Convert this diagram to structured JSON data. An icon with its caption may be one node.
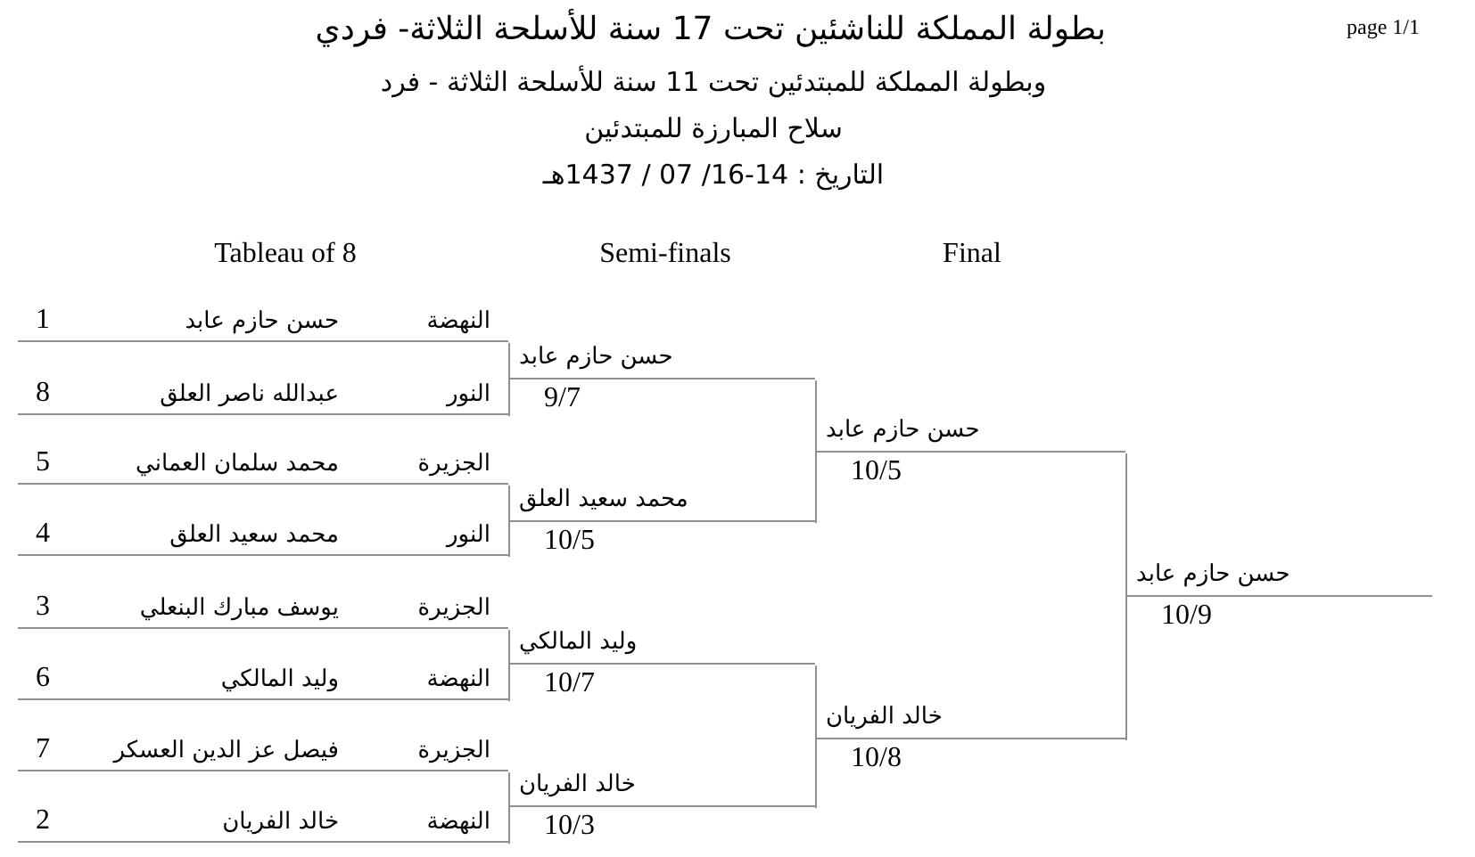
{
  "diagram": {
    "title": "بطولة المملكة للناشئين تحت 17 سنة للأسلحة الثلاثة- فردي",
    "nodes": [
      {
        "text": [
          "النهضة",
          "حسن حازم عابد",
          "1"
        ]
      },
      {
        "text": [
          "النور",
          "عبدالله ناصر العلق",
          "8"
        ]
      },
      {
        "text": [
          "الجزيرة",
          "محمد سلمان العماني",
          "5"
        ]
      },
      {
        "text": [
          "النور",
          "محمد سعيد العلق",
          "4"
        ]
      },
      {
        "text": [
          "الجزيرة",
          "يوسف مبارك البنعلي",
          "3"
        ]
      },
      {
        "text": [
          "النهضة",
          "وليد المالكي",
          "6"
        ]
      },
      {
        "text": [
          "الجزيرة",
          "فيصل عز الدين العسكر",
          "7"
        ]
      },
      {
        "text": [
          "النهضة",
          "خالد الفريان",
          "2"
        ]
      },
      {
        "text": [
          "حسن حازم عابد",
          "9/7"
        ]
      },
      {
        "text": [
          "محمد سعيد العلق",
          "10/5"
        ]
      },
      {
        "text": [
          "وليد المالكي",
          "10/7"
        ]
      },
      {
        "text": [
          "خالد الفريان",
          "10/3"
        ]
      },
      {
        "text": [
          "حسن حازم عابد",
          "10/5"
        ]
      },
      {
        "text": [
          "خالد الفريان",
          "10/8"
        ]
      },
      {
        "text": [
          "حسن حازم عابد",
          "10/9"
        ]
      }
    ],
    "edges": [
      {
        "from": 0,
        "to": 8,
        "arrow": "none"
      },
      {
        "from": 1,
        "to": 8,
        "arrow": "none"
      },
      {
        "from": 2,
        "to": 9,
        "arrow": "none"
      },
      {
        "from": 3,
        "to": 9,
        "arrow": "none"
      },
      {
        "from": 4,
        "to": 10,
        "arrow": "none"
      },
      {
        "from": 5,
        "to": 10,
        "arrow": "none"
      },
      {
        "from": 6,
        "to": 11,
        "arrow": "none"
      },
      {
        "from": 7,
        "to": 11,
        "arrow": "none"
      },
      {
        "from": 8,
        "to": 12,
        "arrow": "none"
      },
      {
        "from": 9,
        "to": 12,
        "arrow": "none"
      },
      {
        "from": 10,
        "to": 13,
        "arrow": "none"
      },
      {
        "from": 11,
        "to": 13,
        "arrow": "none"
      },
      {
        "from": 12,
        "to": 14,
        "arrow": "none"
      },
      {
        "from": 13,
        "to": 14,
        "arrow": "none"
      }
    ],
    "labels": [
      "page 1/1",
      "وبطولة المملكة للمبتدئين تحت 11 سنة للأسلحة الثلاثة - فرد",
      "سلاح المبارزة للمبتدئين",
      "التاريخ : 14-16/ 07 / 1437هـ",
      "Tableau of 8",
      "Semi-finals",
      "Final"
    ]
  }
}
